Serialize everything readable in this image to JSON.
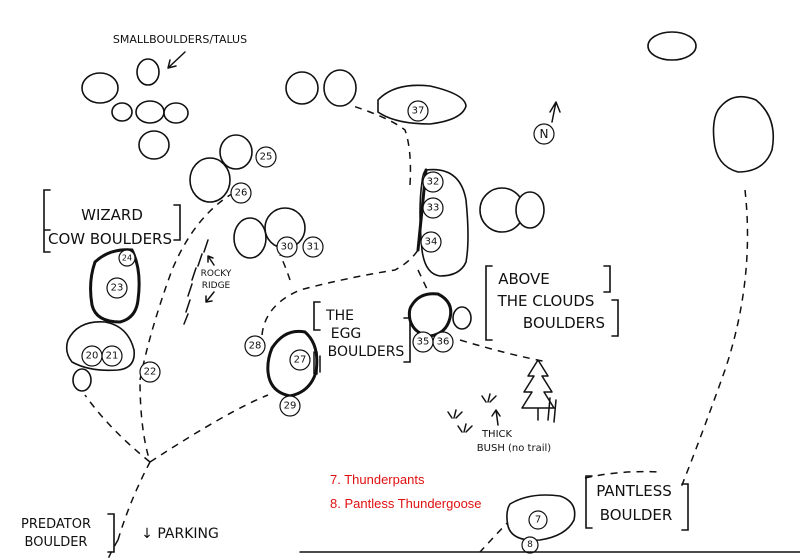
{
  "labels": {
    "small_boulders": "SMALLBOULDERS/TALUS",
    "wizard_line1": "WIZARD",
    "wizard_line2": "COW BOULDERS",
    "rocky_line1": "ROCKY",
    "rocky_line2": "RIDGE",
    "egg_line1": "THE",
    "egg_line2": "EGG",
    "egg_line3": "BOULDERS",
    "above_line1": "ABOVE",
    "above_line2": "THE CLOUDS",
    "above_line3": "BOULDERS",
    "pantless_line1": "PANTLESS",
    "pantless_line2": "BOULDER",
    "predator_line1": "PREDATOR",
    "predator_line2": "BOULDER",
    "parking": "↓ PARKING",
    "thick_line1": "THICK",
    "thick_line2": "BUSH (no trail)",
    "north": "N"
  },
  "problem_numbers": [
    "20",
    "21",
    "22",
    "23",
    "24",
    "25",
    "26",
    "27",
    "28",
    "29",
    "30",
    "31",
    "32",
    "33",
    "34",
    "35",
    "36",
    "37",
    "7",
    "8"
  ],
  "legend": {
    "items": [
      "7. Thunderpants",
      "8. Pantless Thundergoose"
    ],
    "color": "#e01010"
  }
}
